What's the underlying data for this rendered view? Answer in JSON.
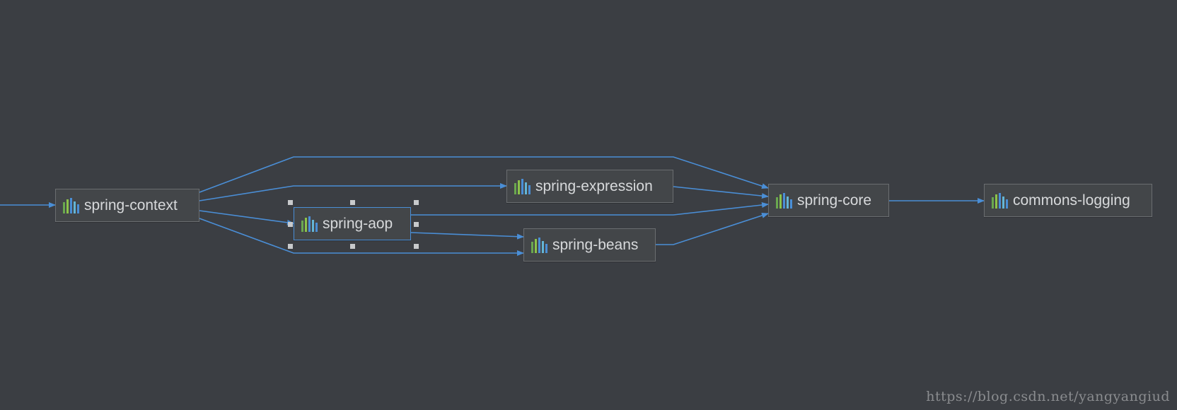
{
  "diagram": {
    "colors": {
      "background": "#3b3e43",
      "edge": "#4a8ed6",
      "node_fill": "#434649",
      "node_border": "#6a6d70",
      "selection": "#4a8ed6",
      "icon_bars": [
        "#6aa84f",
        "#8bc34a",
        "#4a8ed6",
        "#64b5d6"
      ]
    },
    "nodes": [
      {
        "id": "spring-context",
        "label": "spring-context",
        "icon": "library-bars-icon"
      },
      {
        "id": "spring-expression",
        "label": "spring-expression",
        "icon": "library-bars-icon"
      },
      {
        "id": "spring-aop",
        "label": "spring-aop",
        "icon": "library-bars-icon",
        "selected": true
      },
      {
        "id": "spring-beans",
        "label": "spring-beans",
        "icon": "library-bars-icon"
      },
      {
        "id": "spring-core",
        "label": "spring-core",
        "icon": "library-bars-icon"
      },
      {
        "id": "commons-logging",
        "label": "commons-logging",
        "icon": "library-bars-icon"
      }
    ],
    "edges": [
      {
        "from": "(incoming)",
        "to": "spring-context"
      },
      {
        "from": "spring-context",
        "to": "spring-core"
      },
      {
        "from": "spring-context",
        "to": "spring-expression"
      },
      {
        "from": "spring-context",
        "to": "spring-aop"
      },
      {
        "from": "spring-context",
        "to": "spring-beans"
      },
      {
        "from": "spring-expression",
        "to": "spring-core"
      },
      {
        "from": "spring-aop",
        "to": "spring-core"
      },
      {
        "from": "spring-aop",
        "to": "spring-beans"
      },
      {
        "from": "spring-beans",
        "to": "spring-core"
      },
      {
        "from": "spring-core",
        "to": "commons-logging"
      }
    ]
  },
  "watermark": "https://blog.csdn.net/yangyangiud"
}
